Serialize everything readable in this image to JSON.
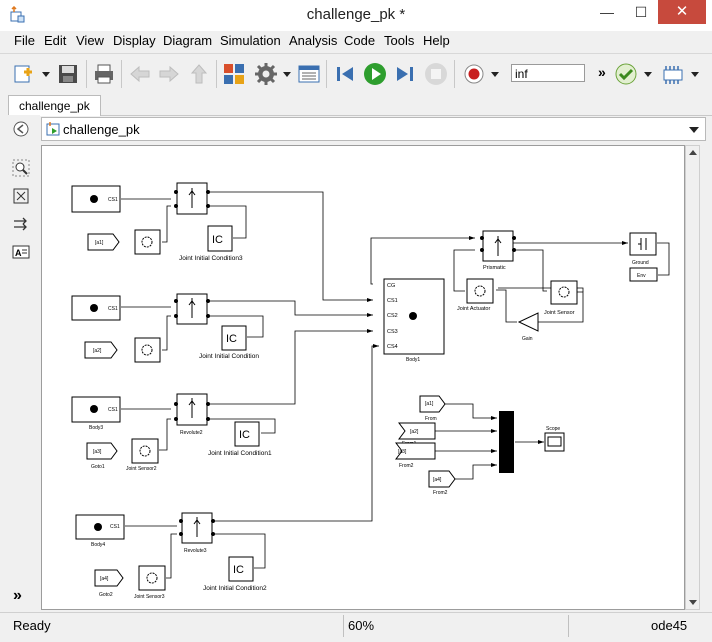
{
  "window": {
    "title": "challenge_pk *"
  },
  "menu": [
    "File",
    "Edit",
    "View",
    "Display",
    "Diagram",
    "Simulation",
    "Analysis",
    "Code",
    "Tools",
    "Help"
  ],
  "toolbar": {
    "stop_time": "inf"
  },
  "tab": {
    "label": "challenge_pk"
  },
  "address": {
    "path": "challenge_pk"
  },
  "diagram": {
    "blocks": {
      "body_cs1_a": "CS1",
      "body_cs1_b": "CS1",
      "body3": "Body3",
      "body3_cs1": "CS1",
      "body4": "Body4",
      "body4_cs1": "CS1",
      "goto_a1": "[a1]",
      "goto_a2": "[a2]",
      "goto_a3": "[a3]",
      "goto_a4": "[a4]",
      "goto1": "Goto1",
      "goto2": "Goto2",
      "jic3": "Joint Initial Condition3",
      "jic": "Joint Initial Condition",
      "jic1": "Joint Initial Condition1",
      "jic2": "Joint Initial Condition2",
      "ic_symbol": "IC",
      "revolute2": "Revolute2",
      "revolute3": "Revolute3",
      "joint_sensor2": "Joint Sensor2",
      "joint_sensor3": "Joint Sensor3",
      "body1": "Body1",
      "body1_ports": [
        "CG",
        "CS1",
        "CS2",
        "CS3",
        "CS4"
      ],
      "prismatic": "Prismatic",
      "joint_actuator": "Joint Actuator",
      "joint_sensor": "Joint Sensor",
      "gain": "Gain",
      "ground": "Ground",
      "env": "Env",
      "from": "From",
      "from1": "From1",
      "from2_a": "From2",
      "from2_b": "From2",
      "scope": "Scope"
    }
  },
  "status": {
    "state": "Ready",
    "zoom": "60%",
    "solver": "ode45"
  }
}
